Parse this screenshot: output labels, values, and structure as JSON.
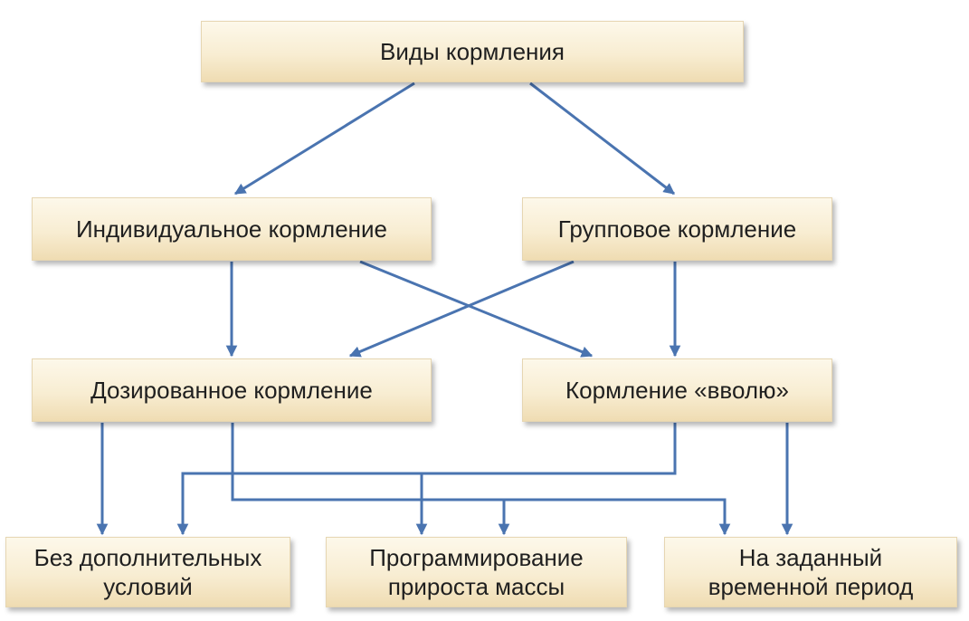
{
  "title": "Виды кормления",
  "level1": {
    "individual": "Индивидуальное кормление",
    "group": "Групповое кормление"
  },
  "level2": {
    "dosed": "Дозированное кормление",
    "free": "Кормление «вволю»"
  },
  "level3": {
    "no_conditions": [
      "Без дополнительных",
      "условий"
    ],
    "mass_gain": [
      "Программирование",
      "прироста массы"
    ],
    "time_period": [
      "На заданный",
      "временной период"
    ]
  },
  "colors": {
    "box_top": "#fdf8ea",
    "box_bottom": "#efdcb2",
    "connector": "#4a74b0",
    "text": "#1f1f1f"
  }
}
